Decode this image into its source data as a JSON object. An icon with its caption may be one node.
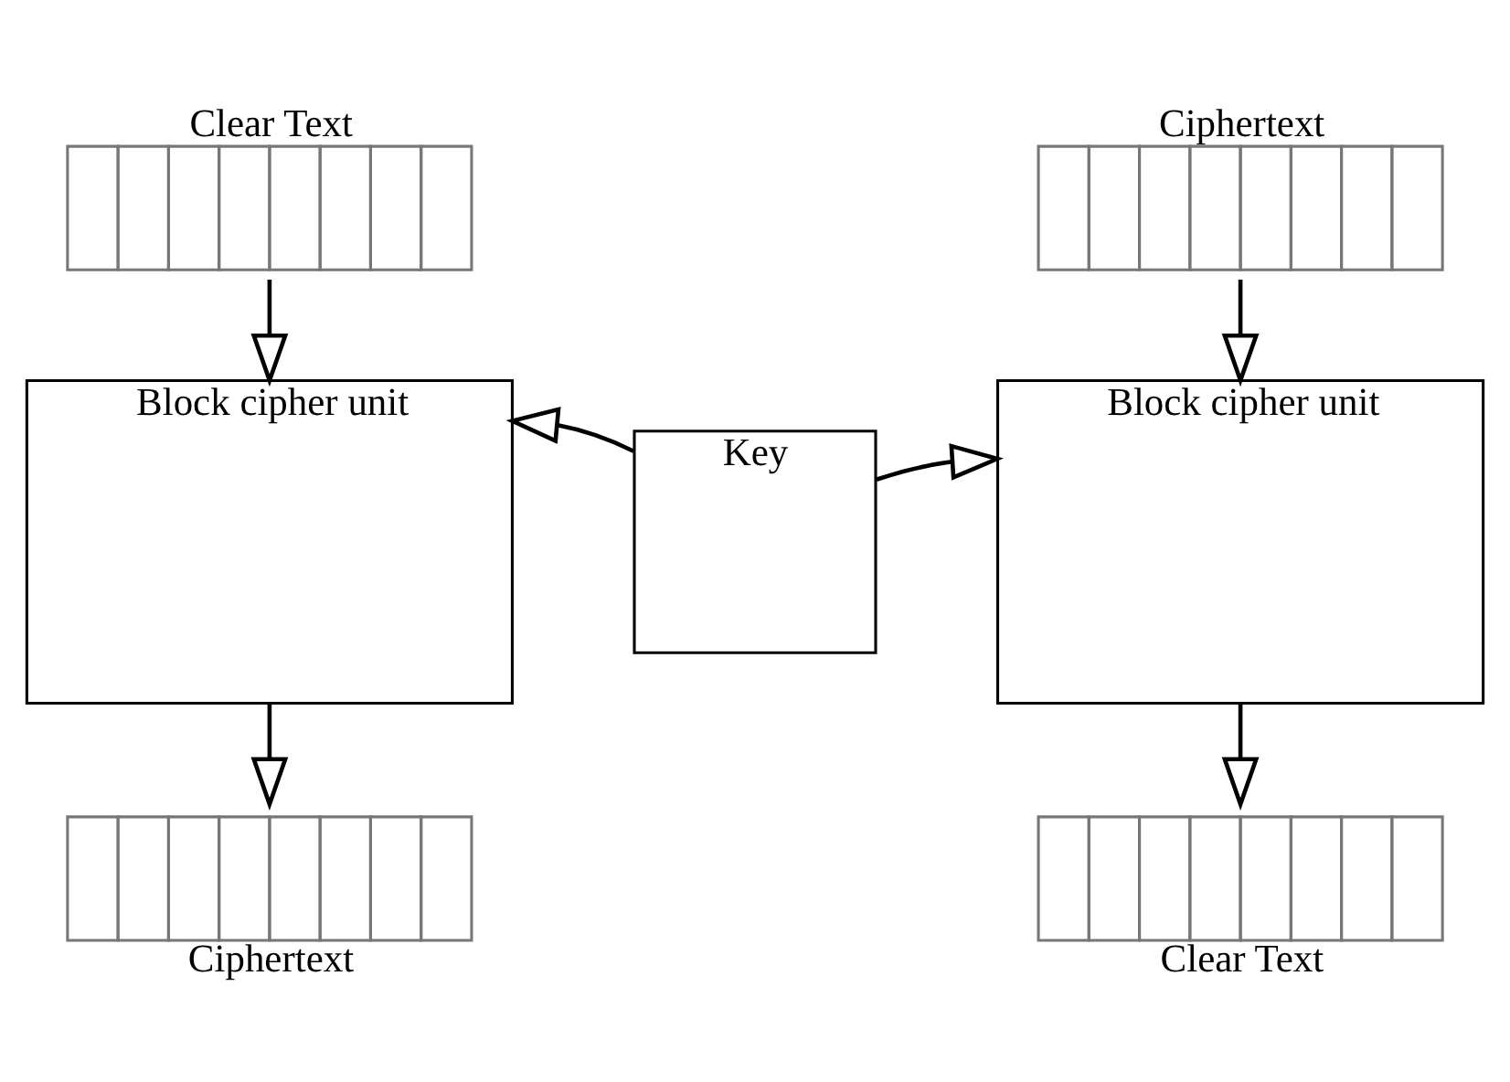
{
  "diagram": {
    "nodes": [
      {
        "text": [
          "Clear Text"
        ]
      },
      {
        "text": [
          "Block cipher unit"
        ]
      },
      {
        "text": [
          "Ciphertext"
        ]
      },
      {
        "text": [
          "Key"
        ]
      },
      {
        "text": [
          "Ciphertext"
        ]
      },
      {
        "text": [
          "Block cipher unit"
        ]
      },
      {
        "text": [
          "Clear Text"
        ]
      }
    ],
    "edges": [
      {
        "from": 0,
        "to": 1,
        "arrow": "to"
      },
      {
        "from": 1,
        "to": 2,
        "arrow": "to"
      },
      {
        "from": 3,
        "to": 1,
        "arrow": "to"
      },
      {
        "from": 3,
        "to": 5,
        "arrow": "to"
      },
      {
        "from": 4,
        "to": 5,
        "arrow": "to"
      },
      {
        "from": 5,
        "to": 6,
        "arrow": "to"
      }
    ]
  }
}
